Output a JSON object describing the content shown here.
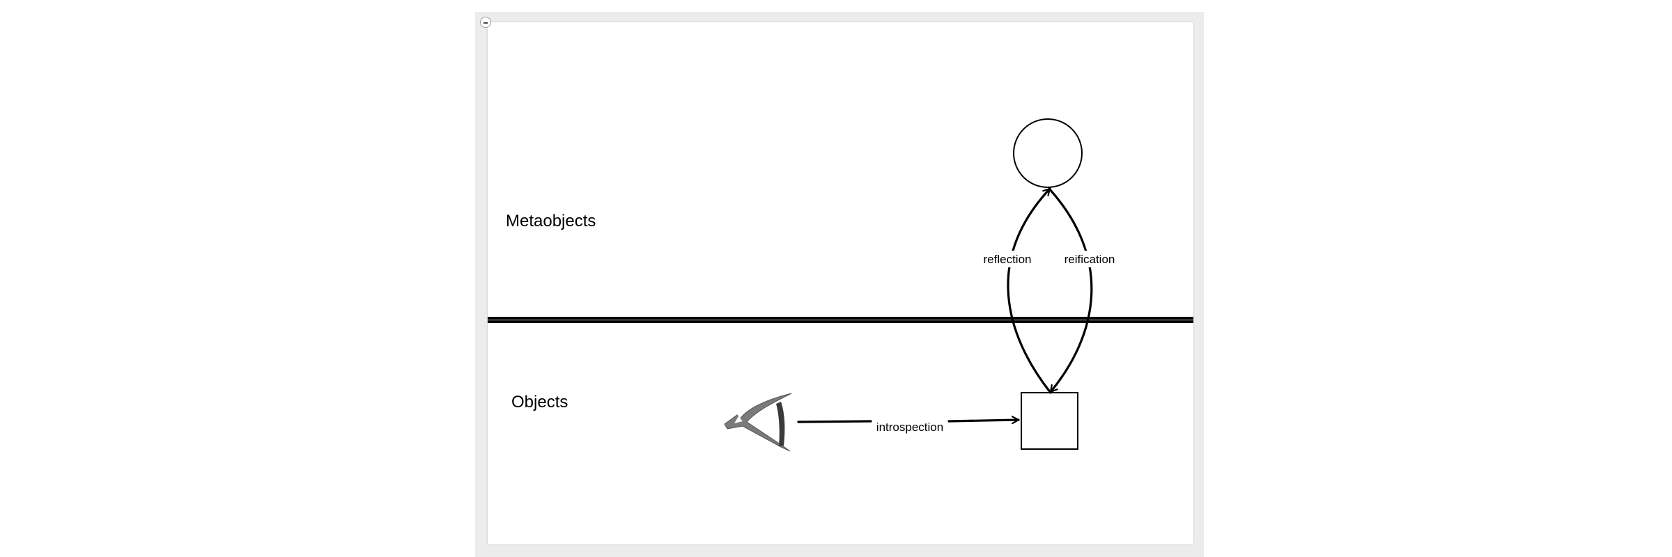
{
  "diagram": {
    "labels": {
      "metaobjects": "Metaobjects",
      "objects": "Objects",
      "reflection": "reflection",
      "reification": "reification",
      "introspection": "introspection"
    },
    "icons": {
      "eye": "eye-icon"
    },
    "colors": {
      "stroke": "#000000",
      "eye": "#7a7a7a",
      "frame": "#ececec",
      "canvas": "#ffffff"
    }
  }
}
